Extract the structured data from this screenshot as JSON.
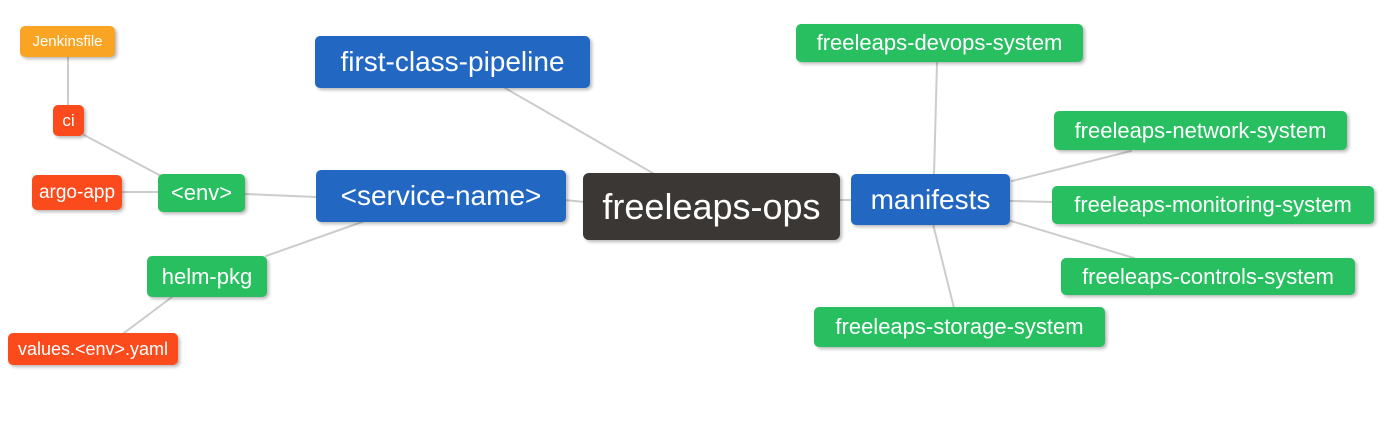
{
  "colors": {
    "root_bg": "#3b3734",
    "blue": "#2267c2",
    "green": "#27bf60",
    "red": "#fb4b1c",
    "orange": "#f9a423",
    "edge": "#cccccc",
    "text": "#ffffff",
    "background": "#ffffff"
  },
  "nodes": {
    "root": {
      "label": "freeleaps-ops"
    },
    "first_class_pipeline": {
      "label": "first-class-pipeline"
    },
    "service_name": {
      "label": "<service-name>"
    },
    "env": {
      "label": "<env>"
    },
    "ci": {
      "label": "ci"
    },
    "jenkinsfile": {
      "label": "Jenkinsfile"
    },
    "argo_app": {
      "label": "argo-app"
    },
    "helm_pkg": {
      "label": "helm-pkg"
    },
    "values_yaml": {
      "label": "values.<env>.yaml"
    },
    "manifests": {
      "label": "manifests"
    },
    "devops_system": {
      "label": "freeleaps-devops-system"
    },
    "network_system": {
      "label": "freeleaps-network-system"
    },
    "monitoring_system": {
      "label": "freeleaps-monitoring-system"
    },
    "controls_system": {
      "label": "freeleaps-controls-system"
    },
    "storage_system": {
      "label": "freeleaps-storage-system"
    }
  },
  "edges": [
    {
      "from": "jenkinsfile",
      "to": "ci"
    },
    {
      "from": "ci",
      "to": "env"
    },
    {
      "from": "argo_app",
      "to": "env"
    },
    {
      "from": "env",
      "to": "service_name"
    },
    {
      "from": "helm_pkg",
      "to": "service_name"
    },
    {
      "from": "values_yaml",
      "to": "helm_pkg"
    },
    {
      "from": "service_name",
      "to": "root"
    },
    {
      "from": "first_class_pipeline",
      "to": "root"
    },
    {
      "from": "root",
      "to": "manifests"
    },
    {
      "from": "manifests",
      "to": "devops_system"
    },
    {
      "from": "manifests",
      "to": "network_system"
    },
    {
      "from": "manifests",
      "to": "monitoring_system"
    },
    {
      "from": "manifests",
      "to": "controls_system"
    },
    {
      "from": "manifests",
      "to": "storage_system"
    }
  ]
}
